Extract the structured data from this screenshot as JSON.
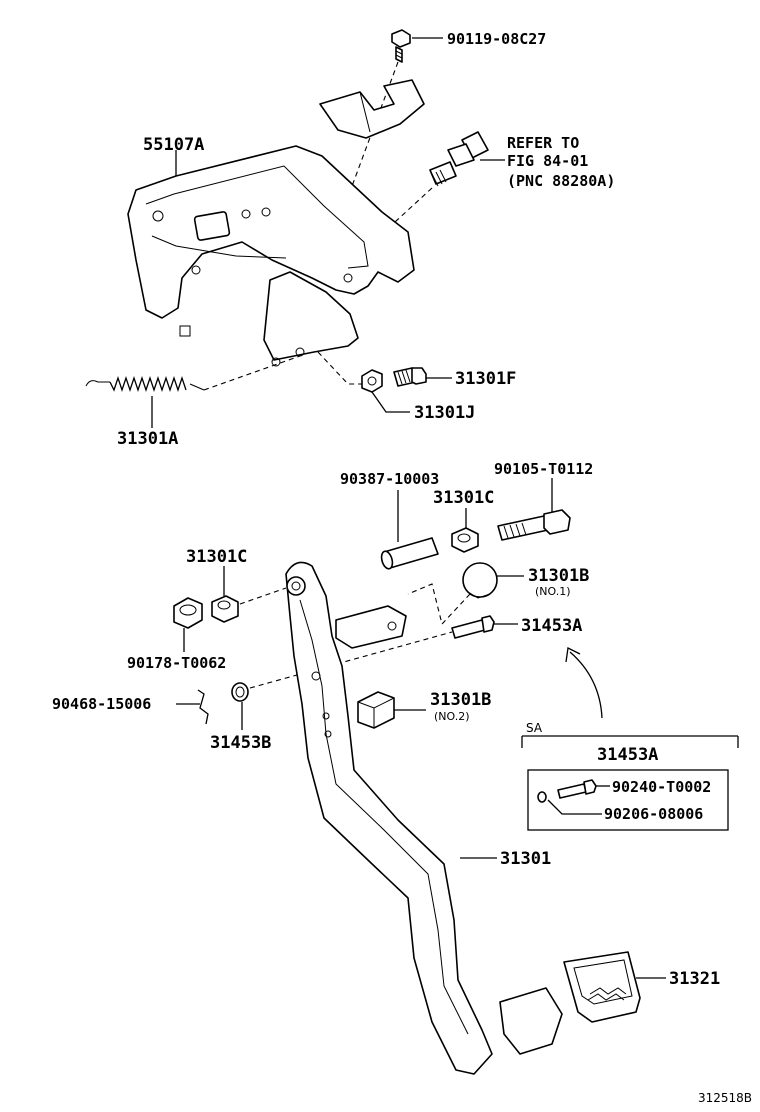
{
  "labels": {
    "p90119": "90119-08C27",
    "refer1": "REFER TO",
    "refer2": "FIG 84-01",
    "refer3": "(PNC 88280A)",
    "p55107A": "55107A",
    "p31301F": "31301F",
    "p31301J": "31301J",
    "p31301A": "31301A",
    "p90387": "90387-10003",
    "p90105": "90105-T0112",
    "p31301C_top": "31301C",
    "p31301C_left": "31301C",
    "p31301B_1": "31301B",
    "no1": "(NO.1)",
    "p31453A": "31453A",
    "p90178": "90178-T0062",
    "p90468": "90468-15006",
    "p31453B": "31453B",
    "p31301B_2": "31301B",
    "no2": "(NO.2)",
    "sa": "SA",
    "p31453A_box": "31453A",
    "p90240": "90240-T0002",
    "p90206": "90206-08006",
    "p31301": "31301",
    "p31321": "31321",
    "diagram_id": "312518B"
  }
}
